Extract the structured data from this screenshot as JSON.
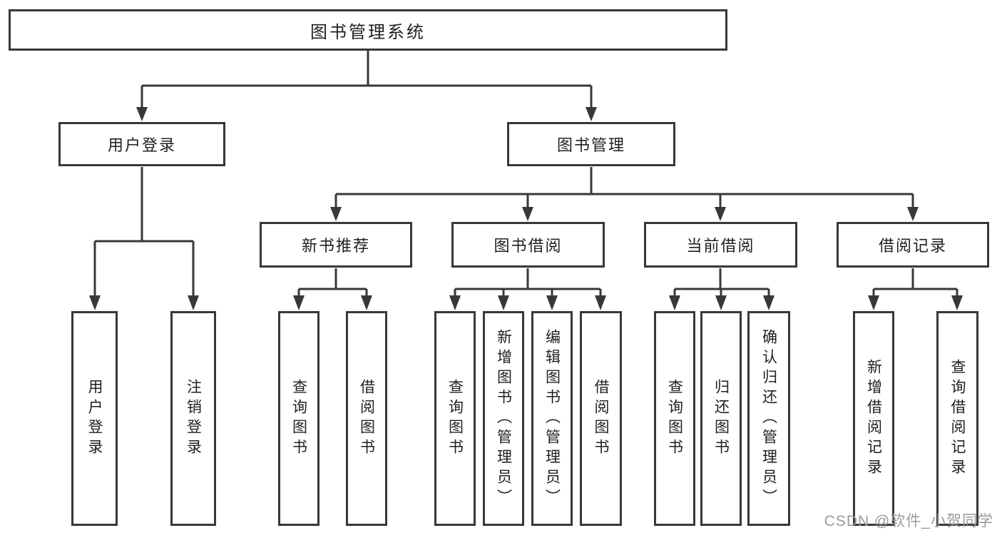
{
  "theme": {
    "line": "#383838",
    "ink": "#1f1f1f",
    "bg": "#ffffff",
    "watermark": "#9a9a9a"
  },
  "watermark": "CSDN @软件_小贺同学",
  "tree": {
    "label": "图书管理系统",
    "children": [
      {
        "label": "用户登录",
        "children": [
          {
            "label": "用户登录"
          },
          {
            "label": "注销登录"
          }
        ]
      },
      {
        "label": "图书管理",
        "children": [
          {
            "label": "新书推荐",
            "children": [
              {
                "label": "查询图书"
              },
              {
                "label": "借阅图书"
              }
            ]
          },
          {
            "label": "图书借阅",
            "children": [
              {
                "label": "查询图书"
              },
              {
                "label": "新增图书（管理员）"
              },
              {
                "label": "编辑图书（管理员）"
              },
              {
                "label": "借阅图书"
              }
            ]
          },
          {
            "label": "当前借阅",
            "children": [
              {
                "label": "查询图书"
              },
              {
                "label": "归还图书"
              },
              {
                "label": "确认归还（管理员）"
              }
            ]
          },
          {
            "label": "借阅记录",
            "children": [
              {
                "label": "新增借阅记录"
              },
              {
                "label": "查询借阅记录"
              }
            ]
          }
        ]
      }
    ]
  }
}
